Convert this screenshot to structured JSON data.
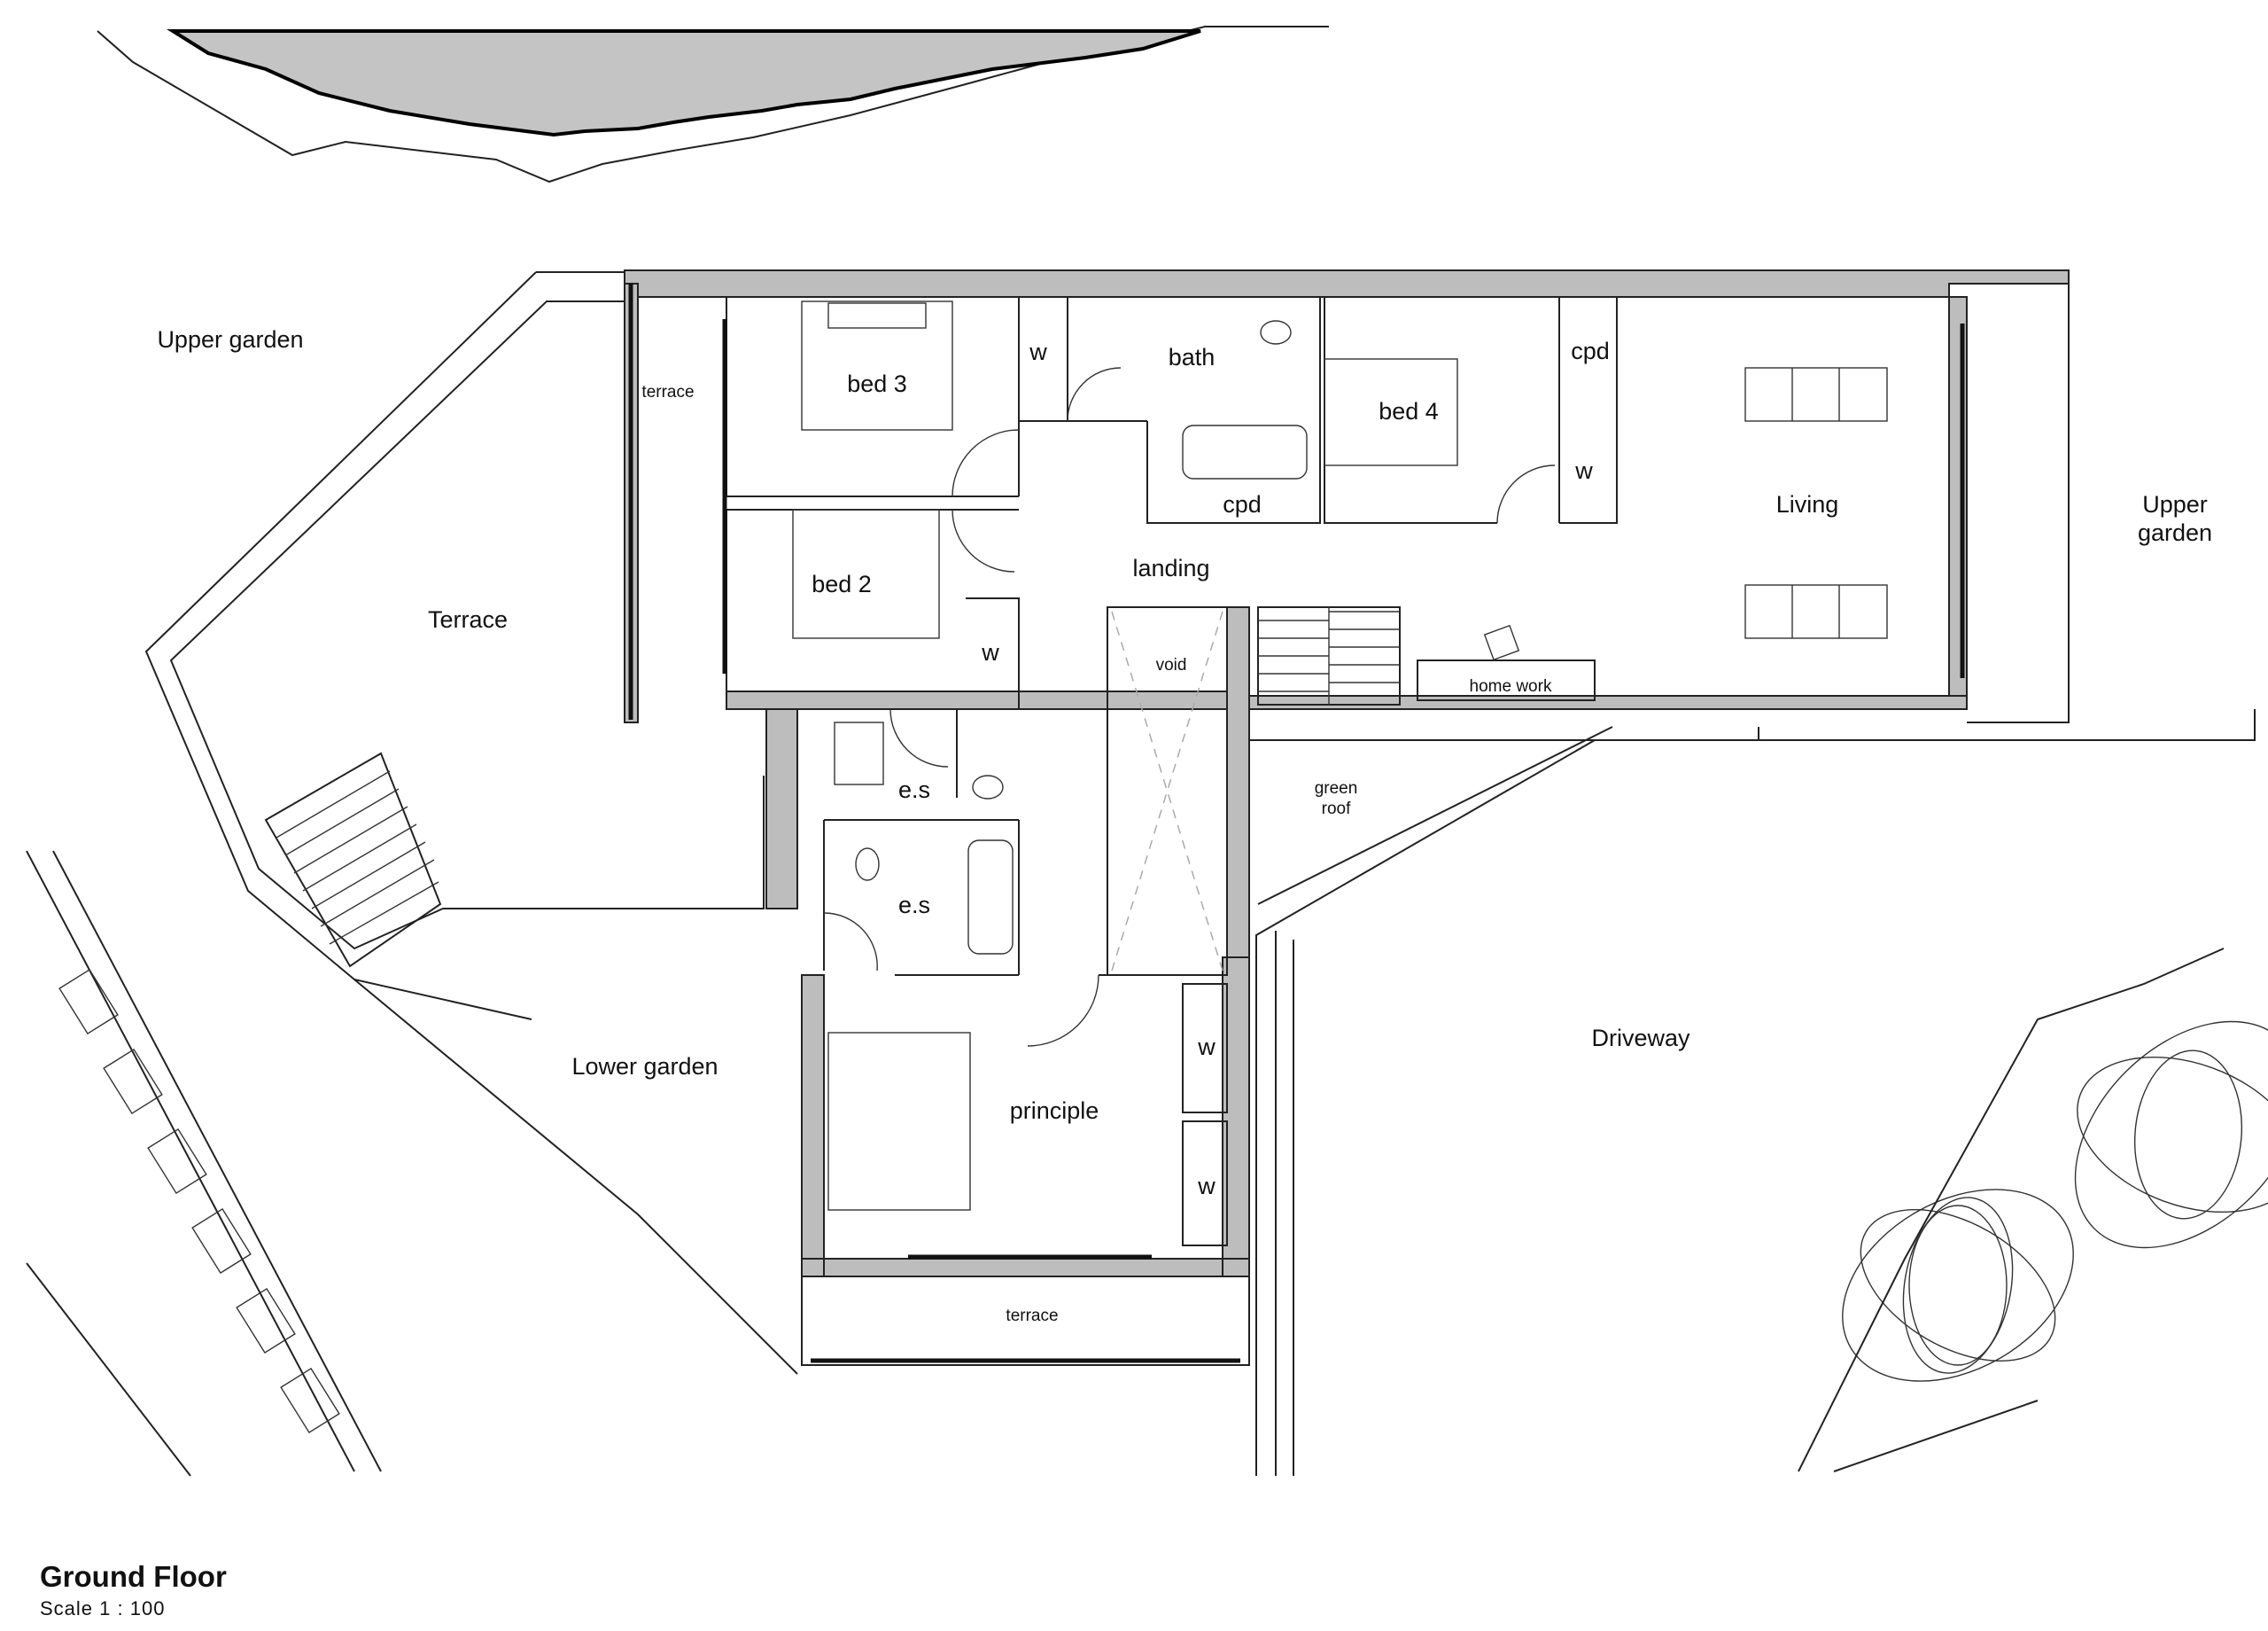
{
  "title": "Ground Floor",
  "scale": "Scale   1 : 100",
  "rooms": {
    "upper_garden_left": "Upper garden",
    "terrace_small": "terrace",
    "bed3": "bed 3",
    "w1": "w",
    "bath": "bath",
    "bed4": "bed 4",
    "cpd_top": "cpd",
    "w_bed4": "w",
    "living": "Living",
    "upper_garden_right_1": "Upper",
    "upper_garden_right_2": "garden",
    "terrace_big": "Terrace",
    "bed2": "bed 2",
    "cpd_bath": "cpd",
    "landing": "landing",
    "w_bed2": "w",
    "void": "void",
    "home_work": "home work",
    "green_roof_1": "green",
    "green_roof_2": "roof",
    "es1": "e.s",
    "es2": "e.s",
    "driveway": "Driveway",
    "lower_garden": "Lower garden",
    "principle": "principle",
    "w_p1": "w",
    "w_p2": "w",
    "terrace_bottom": "terrace"
  }
}
